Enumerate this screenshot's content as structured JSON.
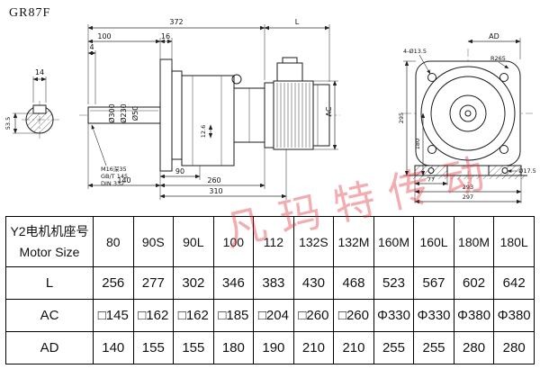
{
  "title": "GR87F",
  "watermark": "凡玛特传动",
  "drawing": {
    "dims": {
      "d14": "14",
      "d53_5": "53.5",
      "d372": "372",
      "dL": "L",
      "d100": "100",
      "d16": "16",
      "d4": "4",
      "dia300": "Ø300",
      "dia230": "Ø230",
      "dia50": "Ø50",
      "d12_6": "12.6",
      "dAC": "AC",
      "note1": "M16深35",
      "note2": "GB/T 145",
      "note3": "DIN 332",
      "d90": "90",
      "d140": "140",
      "d260": "260",
      "d310": "310",
      "dAD": "AD",
      "holes": "4-Ø13.5",
      "r265": "R265",
      "d295": "295",
      "d180": "180",
      "d77": "77",
      "d293": "293",
      "d297": "297",
      "dia17_5": "Ø17.5"
    }
  },
  "table": {
    "header": {
      "title_cn": "Y2电机机座号",
      "title_en": "Motor Size"
    },
    "sizes": [
      "80",
      "90S",
      "90L",
      "100",
      "112",
      "132S",
      "132M",
      "160M",
      "160L",
      "180M",
      "180L"
    ],
    "rows": [
      {
        "label": "L",
        "values": [
          "256",
          "277",
          "302",
          "346",
          "383",
          "430",
          "468",
          "523",
          "567",
          "602",
          "642"
        ]
      },
      {
        "label": "AC",
        "values": [
          "□145",
          "□162",
          "□162",
          "□185",
          "□204",
          "□260",
          "□260",
          "Φ330",
          "Φ330",
          "Φ380",
          "Φ380"
        ]
      },
      {
        "label": "AD",
        "values": [
          "140",
          "155",
          "155",
          "180",
          "190",
          "210",
          "210",
          "255",
          "255",
          "280",
          "280"
        ]
      }
    ]
  }
}
